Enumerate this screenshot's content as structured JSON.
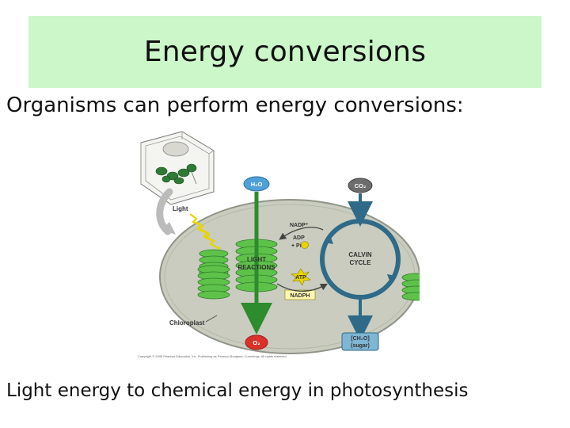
{
  "slide": {
    "title": "Energy conversions",
    "intro": "Organisms can perform energy conversions:",
    "caption": "Light energy to chemical energy in photosynthesis"
  },
  "diagram": {
    "labels": {
      "water": "H₂O",
      "co2": "CO₂",
      "light": "Light",
      "nadp": "NADP⁺",
      "adp": "ADP",
      "pi": "+ Pi",
      "light_reactions_1": "LIGHT",
      "light_reactions_2": "REACTIONS",
      "calvin_1": "CALVIN",
      "calvin_2": "CYCLE",
      "atp": "ATP",
      "nadph": "NADPH",
      "chloroplast": "Chloroplast",
      "oxygen": "O₂",
      "sugar_1": "[CH₂O]",
      "sugar_2": "(sugar)",
      "copyright": "Copyright © 2005 Pearson Education, Inc. Publishing as Pearson Benjamin Cummings. All rights reserved."
    },
    "colors": {
      "title_bg": "#ccf7c9",
      "chloroplast": "#c9ccbf",
      "thylakoid": "#5ec24a",
      "water_bubble": "#4fa0d8",
      "co2_bubble": "#6d6d6d",
      "o2_bubble": "#d9322a",
      "cycle": "#2f6a88"
    }
  }
}
